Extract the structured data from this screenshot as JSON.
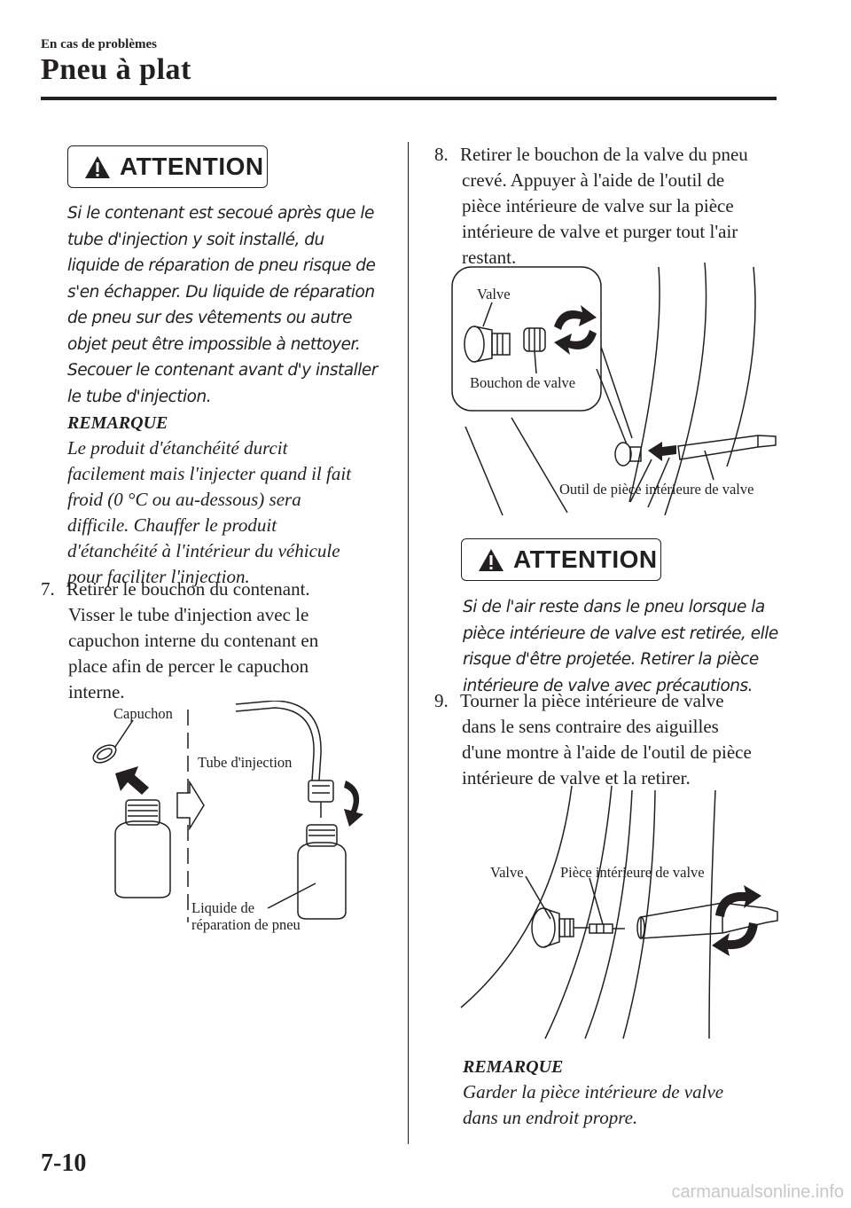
{
  "header": {
    "section": "En cas de problèmes",
    "title": "Pneu à plat"
  },
  "attention1": {
    "label": "ATTENTION",
    "lines": [
      "Si le contenant est secoué après que le",
      "tube d'injection y soit installé, du",
      "liquide de réparation de pneu risque de",
      "s'en échapper. Du liquide de réparation",
      "de pneu sur des vêtements ou autre",
      "objet peut être impossible à nettoyer.",
      "Secouer le contenant avant d'y installer",
      "le tube d'injection."
    ]
  },
  "remark1": {
    "heading": "REMARQUE",
    "lines": [
      "Le produit d'étanchéité durcit",
      "facilement mais l'injecter quand il fait",
      "froid (0 °C ou au-dessous) sera",
      "difficile. Chauffer le produit",
      "d'étanchéité à l'intérieur du véhicule",
      "pour faciliter l'injection."
    ]
  },
  "step7": {
    "number": "7.",
    "lines": [
      "Retirer le bouchon du contenant.",
      "Visser le tube d'injection avec le",
      "capuchon interne du contenant en",
      "place afin de percer le capuchon",
      "interne."
    ],
    "figure": {
      "capuchon": "Capuchon",
      "tube": "Tube d'injection",
      "liquide_1": "Liquide de",
      "liquide_2": "réparation de pneu"
    }
  },
  "step8": {
    "number": "8.",
    "lines": [
      "Retirer le bouchon de la valve du pneu",
      "crevé. Appuyer à l'aide de l'outil de",
      "pièce intérieure de valve sur la pièce",
      "intérieure de valve et purger tout l'air",
      "restant."
    ],
    "figure": {
      "valve": "Valve",
      "bouchon": "Bouchon de valve",
      "outil": "Outil de pièce intérieure de valve"
    }
  },
  "attention2": {
    "label": "ATTENTION",
    "lines": [
      "Si de l'air reste dans le pneu lorsque la",
      "pièce intérieure de valve est retirée, elle",
      "risque d'être projetée. Retirer la pièce",
      "intérieure de valve avec précautions."
    ]
  },
  "step9": {
    "number": "9.",
    "lines": [
      "Tourner la pièce intérieure de valve",
      "dans le sens contraire des aiguilles",
      "d'une montre à l'aide de l'outil de pièce",
      "intérieure de valve et la retirer."
    ],
    "figure": {
      "valve": "Valve",
      "piece": "Pièce intérieure de valve"
    }
  },
  "remark2": {
    "heading": "REMARQUE",
    "lines": [
      "Garder la pièce intérieure de valve",
      "dans un endroit propre."
    ]
  },
  "footer": {
    "page_number": "7-10",
    "watermark": "carmanualsonline.info"
  }
}
